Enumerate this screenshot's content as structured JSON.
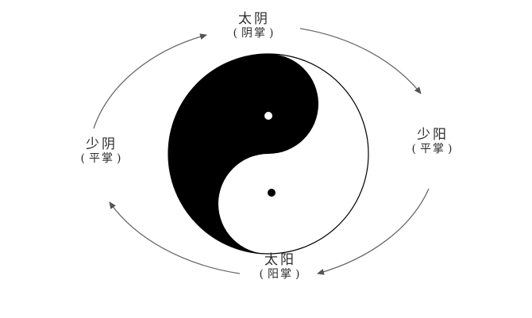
{
  "labels": {
    "top": {
      "name": "太阴",
      "sub": "阴掌"
    },
    "right": {
      "name": "少阳",
      "sub": "平掌"
    },
    "bottom": {
      "name": "太阳",
      "sub": "阳掌"
    },
    "left": {
      "name": "少阴",
      "sub": "平掌"
    }
  },
  "paren_open": "(",
  "paren_close": ")",
  "colors": {
    "ink": "#000000",
    "line": "#6a6a6a",
    "text": "#2b2b2b"
  }
}
